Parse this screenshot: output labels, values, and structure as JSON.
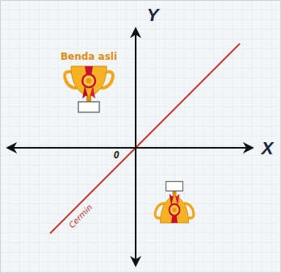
{
  "diagram": {
    "labels": [
      "Y",
      "Benda asli",
      "X",
      "0",
      "Cermin"
    ]
  }
}
